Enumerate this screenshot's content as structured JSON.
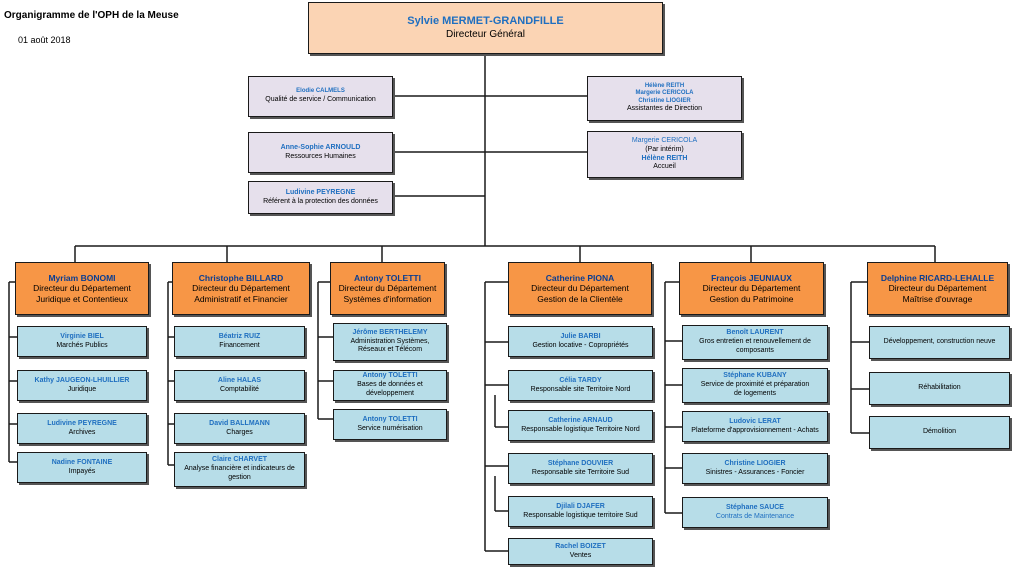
{
  "header": {
    "title": "Organigramme de l'OPH de la Meuse",
    "date": "01 août 2018"
  },
  "director": {
    "name": "Sylvie MERMET-GRANDFILLE",
    "role": "Directeur Général"
  },
  "staff_left": [
    {
      "name": "Elodie CALMELS",
      "role": "Qualité de service / Communication"
    },
    {
      "name": "Anne-Sophie ARNOULD",
      "role": "Ressources Humaines"
    },
    {
      "name": "Ludivine PEYREGNE",
      "role": "Référent à la protection des données"
    }
  ],
  "assistants": {
    "names": [
      "Hélène REITH",
      "Margerie CERICOLA",
      "Christine LIOGIER"
    ],
    "role": "Assistantes de Direction"
  },
  "accueil": {
    "name1": "Margerie CERICOLA",
    "note": "(Par intérim)",
    "name2": "Hélène REITH",
    "role": "Accueil"
  },
  "departments": [
    {
      "name": "Myriam BONOMI",
      "role": [
        "Directeur du Département",
        "Juridique et Contentieux"
      ],
      "units": [
        {
          "name": "Virginie BIEL",
          "role": "Marchés Publics"
        },
        {
          "name": "Kathy JAUGEON-LHUILLIER",
          "role": "Juridique"
        },
        {
          "name": "Ludivine PEYREGNE",
          "role": "Archives"
        },
        {
          "name": "Nadine FONTAINE",
          "role": "Impayés"
        }
      ]
    },
    {
      "name": "Christophe BILLARD",
      "role": [
        "Directeur du Département",
        "Administratif et Financier"
      ],
      "units": [
        {
          "name": "Béatriz RUIZ",
          "role": "Financement"
        },
        {
          "name": "Aline HALAS",
          "role": "Comptabilité"
        },
        {
          "name": "David BALLMANN",
          "role": "Charges"
        },
        {
          "name": "Claire CHARVET",
          "role": "Analyse financière et indicateurs de gestion"
        }
      ]
    },
    {
      "name": "Antony TOLETTI",
      "role": [
        "Directeur du Département",
        "Systèmes d'information"
      ],
      "units": [
        {
          "name": "Jérôme BERTHELEMY",
          "role": "Administration Systèmes, Réseaux et Télécom"
        },
        {
          "name": "Antony TOLETTI",
          "role": "Bases de données et développement"
        },
        {
          "name": "Antony TOLETTI",
          "role": "Service numérisation"
        }
      ]
    },
    {
      "name": "Catherine PIONA",
      "role": [
        "Directeur du Département",
        "Gestion de la Clientèle"
      ],
      "units": [
        {
          "name": "Julie BARBI",
          "role": "Gestion locative - Copropriétés"
        },
        {
          "name": "Célia TARDY",
          "role": "Responsable site Territoire Nord"
        },
        {
          "name": "Catherine ARNAUD",
          "role": "Responsable logistique Territoire Nord"
        },
        {
          "name": "Stéphane DOUVIER",
          "role": "Responsable site Territoire Sud"
        },
        {
          "name": "Djilali DJAFER",
          "role": "Responsable logistique territoire Sud"
        },
        {
          "name": "Rachel BOIZET",
          "role": "Ventes"
        }
      ]
    },
    {
      "name": "François JEUNIAUX",
      "role": [
        "Directeur du Département",
        "Gestion du Patrimoine"
      ],
      "units": [
        {
          "name": "Benoît LAURENT",
          "role": "Gros entretien et renouvellement de composants"
        },
        {
          "name": "Stéphane KUBANY",
          "role": "Service de proximité et préparation de logements"
        },
        {
          "name": "Ludovic LERAT",
          "role": "Plateforme d'approvisionnement - Achats"
        },
        {
          "name": "Christine LIOGIER",
          "role": "Sinistres - Assurances - Foncier"
        },
        {
          "name": "Stéphane SAUCE",
          "role": "Contrats de Maintenance"
        }
      ]
    },
    {
      "name": "Delphine RICARD-LEHALLE",
      "role": [
        "Directeur du Département",
        "Maîtrise d'ouvrage"
      ],
      "units": [
        {
          "role": "Développement, construction neuve"
        },
        {
          "role": "Réhabilitation"
        },
        {
          "role": "Démolition"
        }
      ]
    }
  ]
}
